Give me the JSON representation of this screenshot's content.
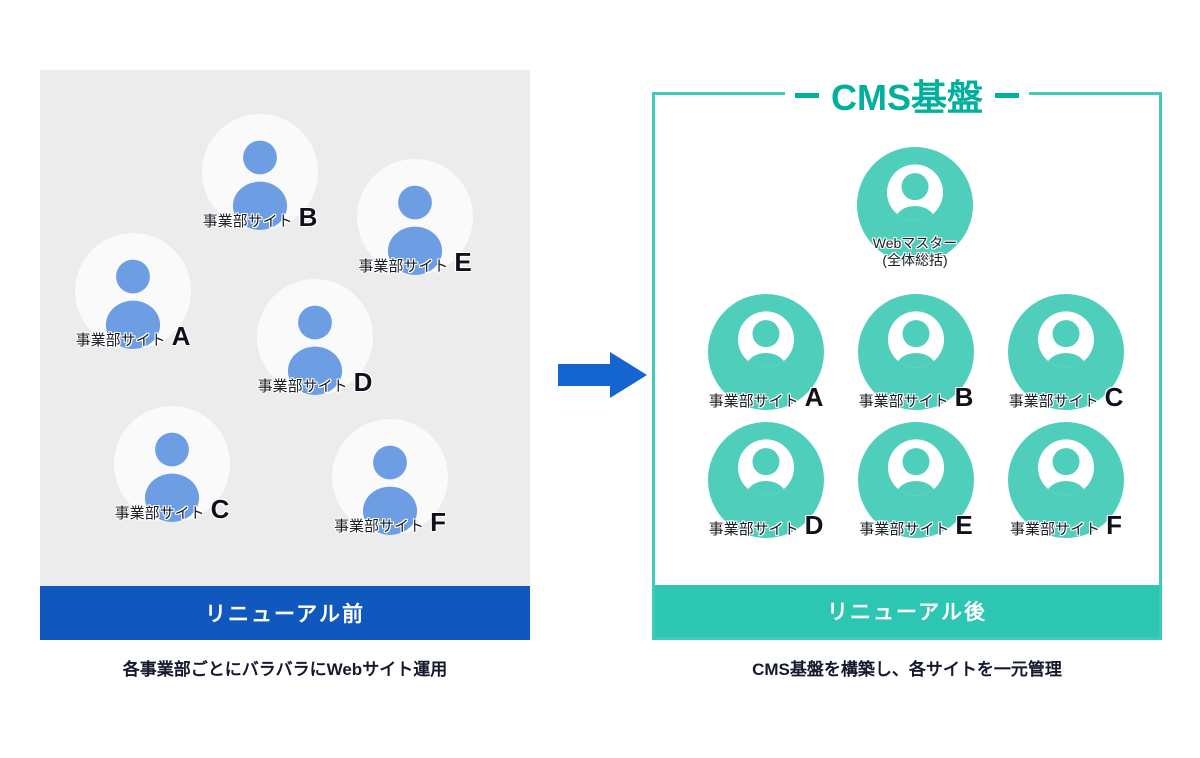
{
  "before": {
    "bar_label": "リニューアル前",
    "caption": "各事業部ごとにバラバラにWebサイト運用",
    "sites": [
      {
        "label": "事業部サイト",
        "letter": "B"
      },
      {
        "label": "事業部サイト",
        "letter": "E"
      },
      {
        "label": "事業部サイト",
        "letter": "A"
      },
      {
        "label": "事業部サイト",
        "letter": "D"
      },
      {
        "label": "事業部サイト",
        "letter": "C"
      },
      {
        "label": "事業部サイト",
        "letter": "F"
      }
    ]
  },
  "after": {
    "title": "CMS基盤",
    "bar_label": "リニューアル後",
    "caption": "CMS基盤を構築し、各サイトを一元管理",
    "webmaster": {
      "line1": "Webマスター",
      "line2": "(全体総括)"
    },
    "sites": [
      {
        "label": "事業部サイト",
        "letter": "A"
      },
      {
        "label": "事業部サイト",
        "letter": "B"
      },
      {
        "label": "事業部サイト",
        "letter": "C"
      },
      {
        "label": "事業部サイト",
        "letter": "D"
      },
      {
        "label": "事業部サイト",
        "letter": "E"
      },
      {
        "label": "事業部サイト",
        "letter": "F"
      }
    ]
  },
  "colors": {
    "before_bg": "#ECECEC",
    "avatar_disc": "#FAFAFA",
    "person_blue": "#6D9EE3",
    "bar_blue": "#1158BE",
    "arrow_blue": "#1565D0",
    "teal": "#4FCEBB",
    "teal_border": "#3FCBB7",
    "teal_bar": "#2CC6B3",
    "teal_title": "#00AF9D",
    "caption_text": "#15192E"
  }
}
